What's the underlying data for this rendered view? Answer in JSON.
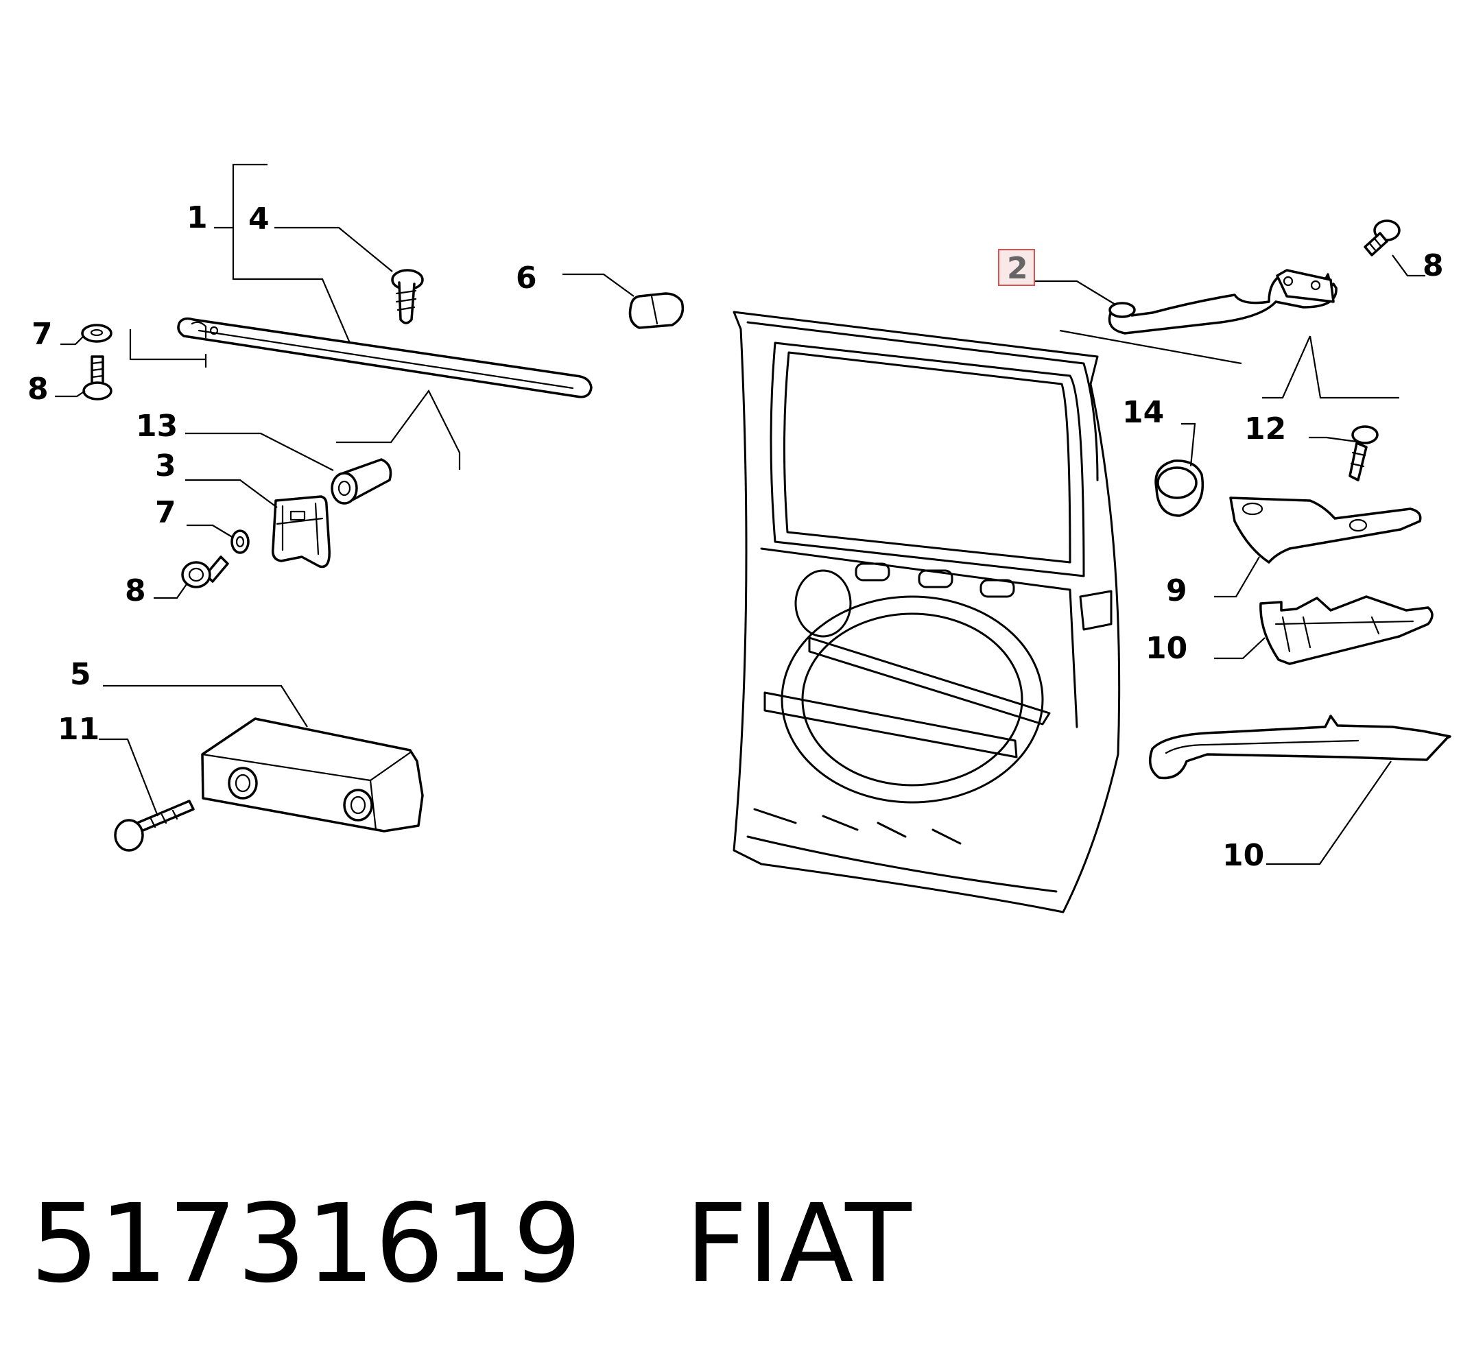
{
  "diagram": {
    "callouts": {
      "c1": "1",
      "c4": "4",
      "c6": "6",
      "c2": "2",
      "c8_top_right": "8",
      "c7_top": "7",
      "c8_top": "8",
      "c13": "13",
      "c3": "3",
      "c7_mid": "7",
      "c8_mid": "8",
      "c14": "14",
      "c12": "12",
      "c9": "9",
      "c10_a": "10",
      "c10_b": "10",
      "c5": "5",
      "c11": "11"
    },
    "highlighted_callout": "2"
  },
  "footer": {
    "part_number": "51731619",
    "brand": "FIAT"
  }
}
